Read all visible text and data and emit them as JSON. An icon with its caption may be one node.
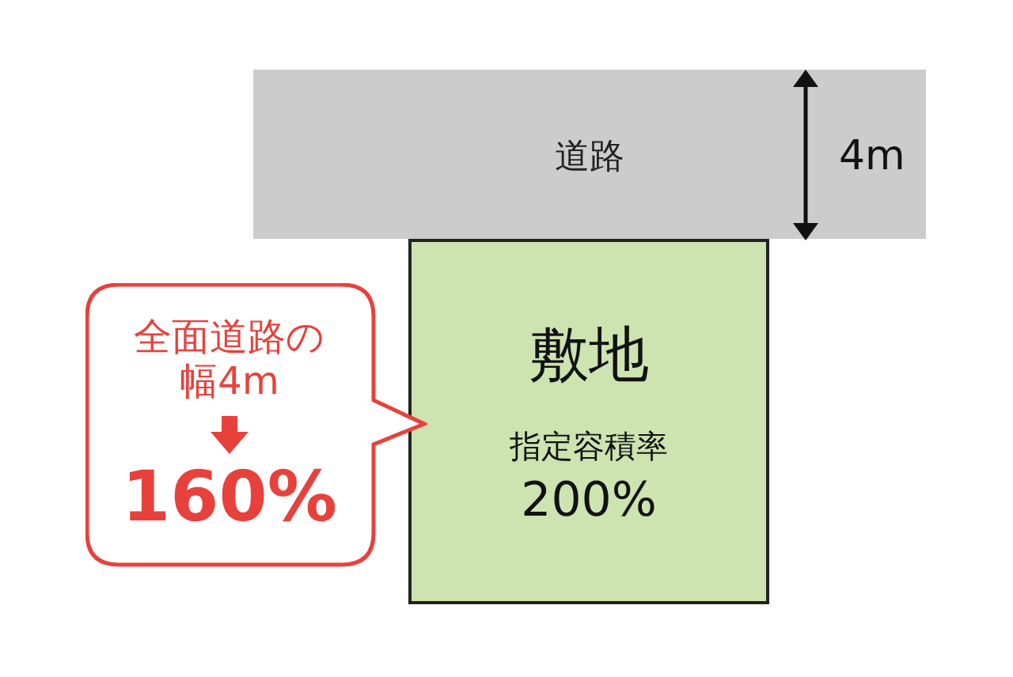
{
  "diagram": {
    "nodes": [
      {
        "text": [
          "道路"
        ]
      },
      {
        "text": [
          "敷地",
          "指定容積率",
          "200%"
        ]
      },
      {
        "text": [
          "全面道路の幅4m",
          "160%"
        ]
      }
    ],
    "labels": [
      "4m"
    ]
  }
}
